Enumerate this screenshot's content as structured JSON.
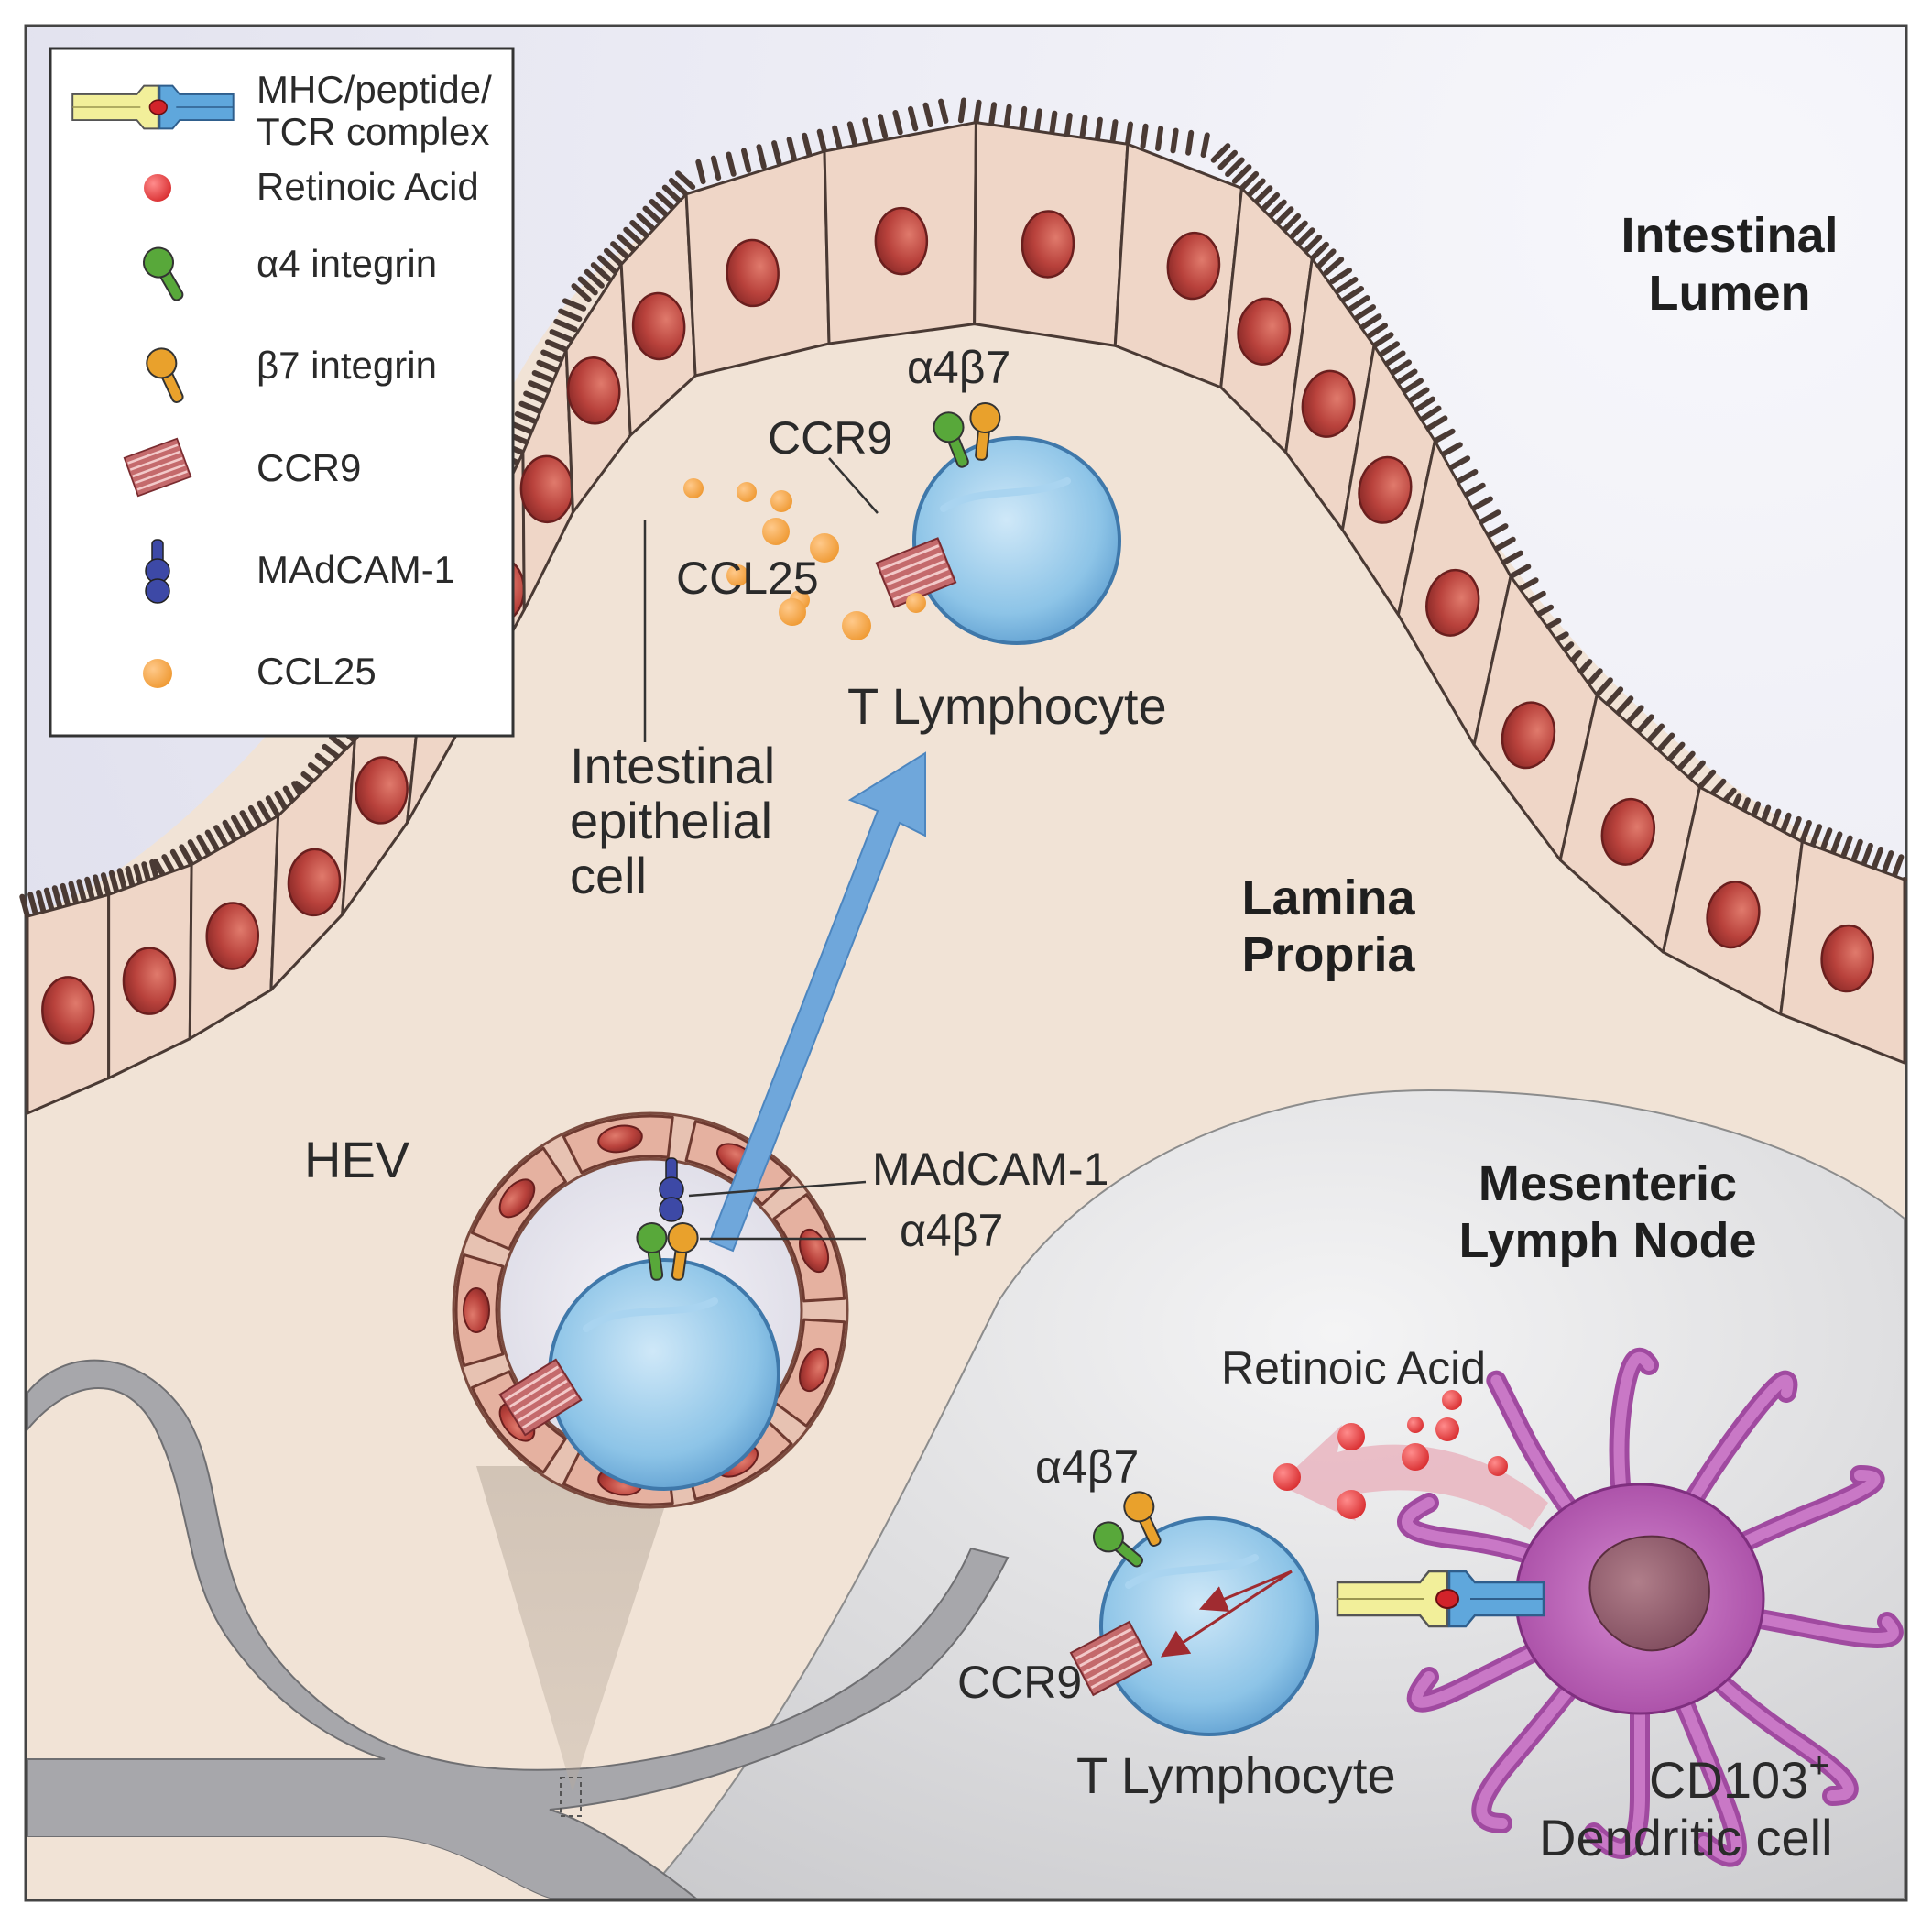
{
  "legend": {
    "items": [
      {
        "icon": "mhc-tcr-complex-icon",
        "label": "MHC/peptide/",
        "label2": "TCR complex"
      },
      {
        "icon": "retinoic-acid-icon",
        "label": "Retinoic Acid"
      },
      {
        "icon": "alpha4-integrin-icon",
        "label": "α4 integrin"
      },
      {
        "icon": "beta7-integrin-icon",
        "label": "β7 integrin"
      },
      {
        "icon": "ccr9-icon",
        "label": "CCR9"
      },
      {
        "icon": "madcam1-icon",
        "label": "MAdCAM-1"
      },
      {
        "icon": "ccl25-icon",
        "label": "CCL25"
      }
    ]
  },
  "regions": {
    "lumen": [
      "Intestinal",
      "Lumen"
    ],
    "lamina_propria": [
      "Lamina",
      "Propria"
    ],
    "lymph_node": [
      "Mesenteric",
      "Lymph Node"
    ]
  },
  "labels": {
    "epithelial_cell": [
      "Intestinal",
      "epithelial",
      "cell"
    ],
    "hev": "HEV",
    "madcam1": "MAdCAM-1",
    "a4b7_hev": "α4β7",
    "a4b7_top": "α4β7",
    "ccr9_top": "CCR9",
    "ccl25": "CCL25",
    "t_lymphocyte_top": "T Lymphocyte",
    "retinoic_acid": "Retinoic Acid",
    "a4b7_node": "α4β7",
    "ccr9_node": "CCR9",
    "t_lymphocyte_node": "T Lymphocyte",
    "dendritic_line1_main": "CD103",
    "dendritic_line1_sup": "+",
    "dendritic_line2": "Dendritic cell"
  },
  "colors": {
    "epithelium_fill": "#efd6c7",
    "nucleus": "#b5413c",
    "lamina": "#f1e3d6",
    "lymph_node": "#d9d9db",
    "t_cell": "#8cc3e6",
    "dendritic": "#b555b0",
    "alpha4": "#58a83a",
    "beta7": "#e9a12c",
    "ccr9": "#b4585a",
    "madcam": "#3d49a6",
    "ccl25": "#f0a242",
    "retinoic": "#e23c3c",
    "arrow": "#5d9ad4"
  }
}
